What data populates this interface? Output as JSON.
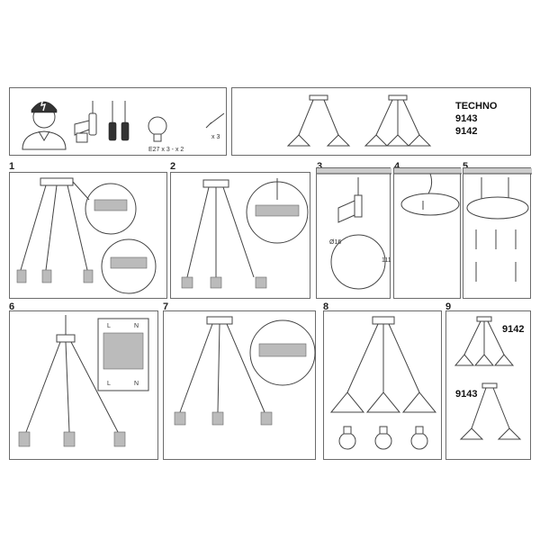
{
  "header": {
    "product_name": "TECHNO",
    "model_a": "9143",
    "model_b": "9142",
    "bulb_spec": "E27 x 3 - x 2",
    "screw_count": "x 3"
  },
  "steps": [
    {
      "number": "1"
    },
    {
      "number": "2"
    },
    {
      "number": "3"
    },
    {
      "number": "4"
    },
    {
      "number": "5"
    },
    {
      "number": "6"
    },
    {
      "number": "7"
    },
    {
      "number": "8"
    },
    {
      "number": "9"
    }
  ],
  "step3": {
    "diameter": "Ø16",
    "width": "111"
  },
  "wiring": {
    "live": "L",
    "neutral": "N"
  },
  "step9": {
    "model_top": "9142",
    "model_bottom": "9143"
  },
  "colors": {
    "stroke": "#444444",
    "border": "#6b6b6b"
  }
}
